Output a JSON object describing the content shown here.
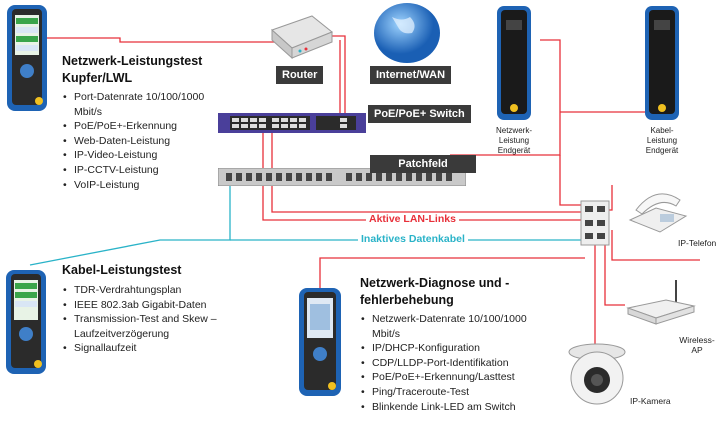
{
  "colors": {
    "active": "#e8303a",
    "inactive": "#2ab3c8",
    "switch": "#4a3f9a",
    "tester": "#1e63b4",
    "dark": "#3a3a3a"
  },
  "labels": {
    "router": "Router",
    "internet": "Internet/WAN",
    "switch": "PoE/PoE+ Switch",
    "patch": "Patchfeld",
    "active_links": "Aktive LAN-Links",
    "inactive_cable": "Inaktives Datenkabel",
    "endpoint1": "Netzwerk-\nLeistung\nEndgerät",
    "endpoint2": "Kabel-\nLeistung\nEndgerät",
    "ip_phone": "IP-Telefon",
    "wireless_ap": "Wireless-AP",
    "ip_camera": "IP-Kamera"
  },
  "sections": [
    {
      "title": "Netzwerk-Leistungstest Kupfer/LWL",
      "items": [
        "Port-Datenrate 10/100/1000 Mbit/s",
        "PoE/PoE+-Erkennung",
        "Web-Daten-Leistung",
        "IP-Video-Leistung",
        "IP-CCTV-Leistung",
        "VoIP-Leistung"
      ]
    },
    {
      "title": "Kabel-Leistungstest",
      "items": [
        "TDR-Verdrahtungsplan",
        "IEEE 802.3ab Gigabit-Daten",
        "Transmission-Test and Skew – Laufzeitverzögerung",
        "Signallaufzeit"
      ]
    },
    {
      "title": "Netzwerk-Diagnose und -fehlerbehebung",
      "items": [
        "Netzwerk-Datenrate 10/100/1000 Mbit/s",
        "IP/DHCP-Konfiguration",
        "CDP/LLDP-Port-Identifikation",
        "PoE/PoE+-Erkennung/Lasttest",
        "Ping/Traceroute-Test",
        "Blinkende Link-LED am Switch"
      ]
    }
  ]
}
